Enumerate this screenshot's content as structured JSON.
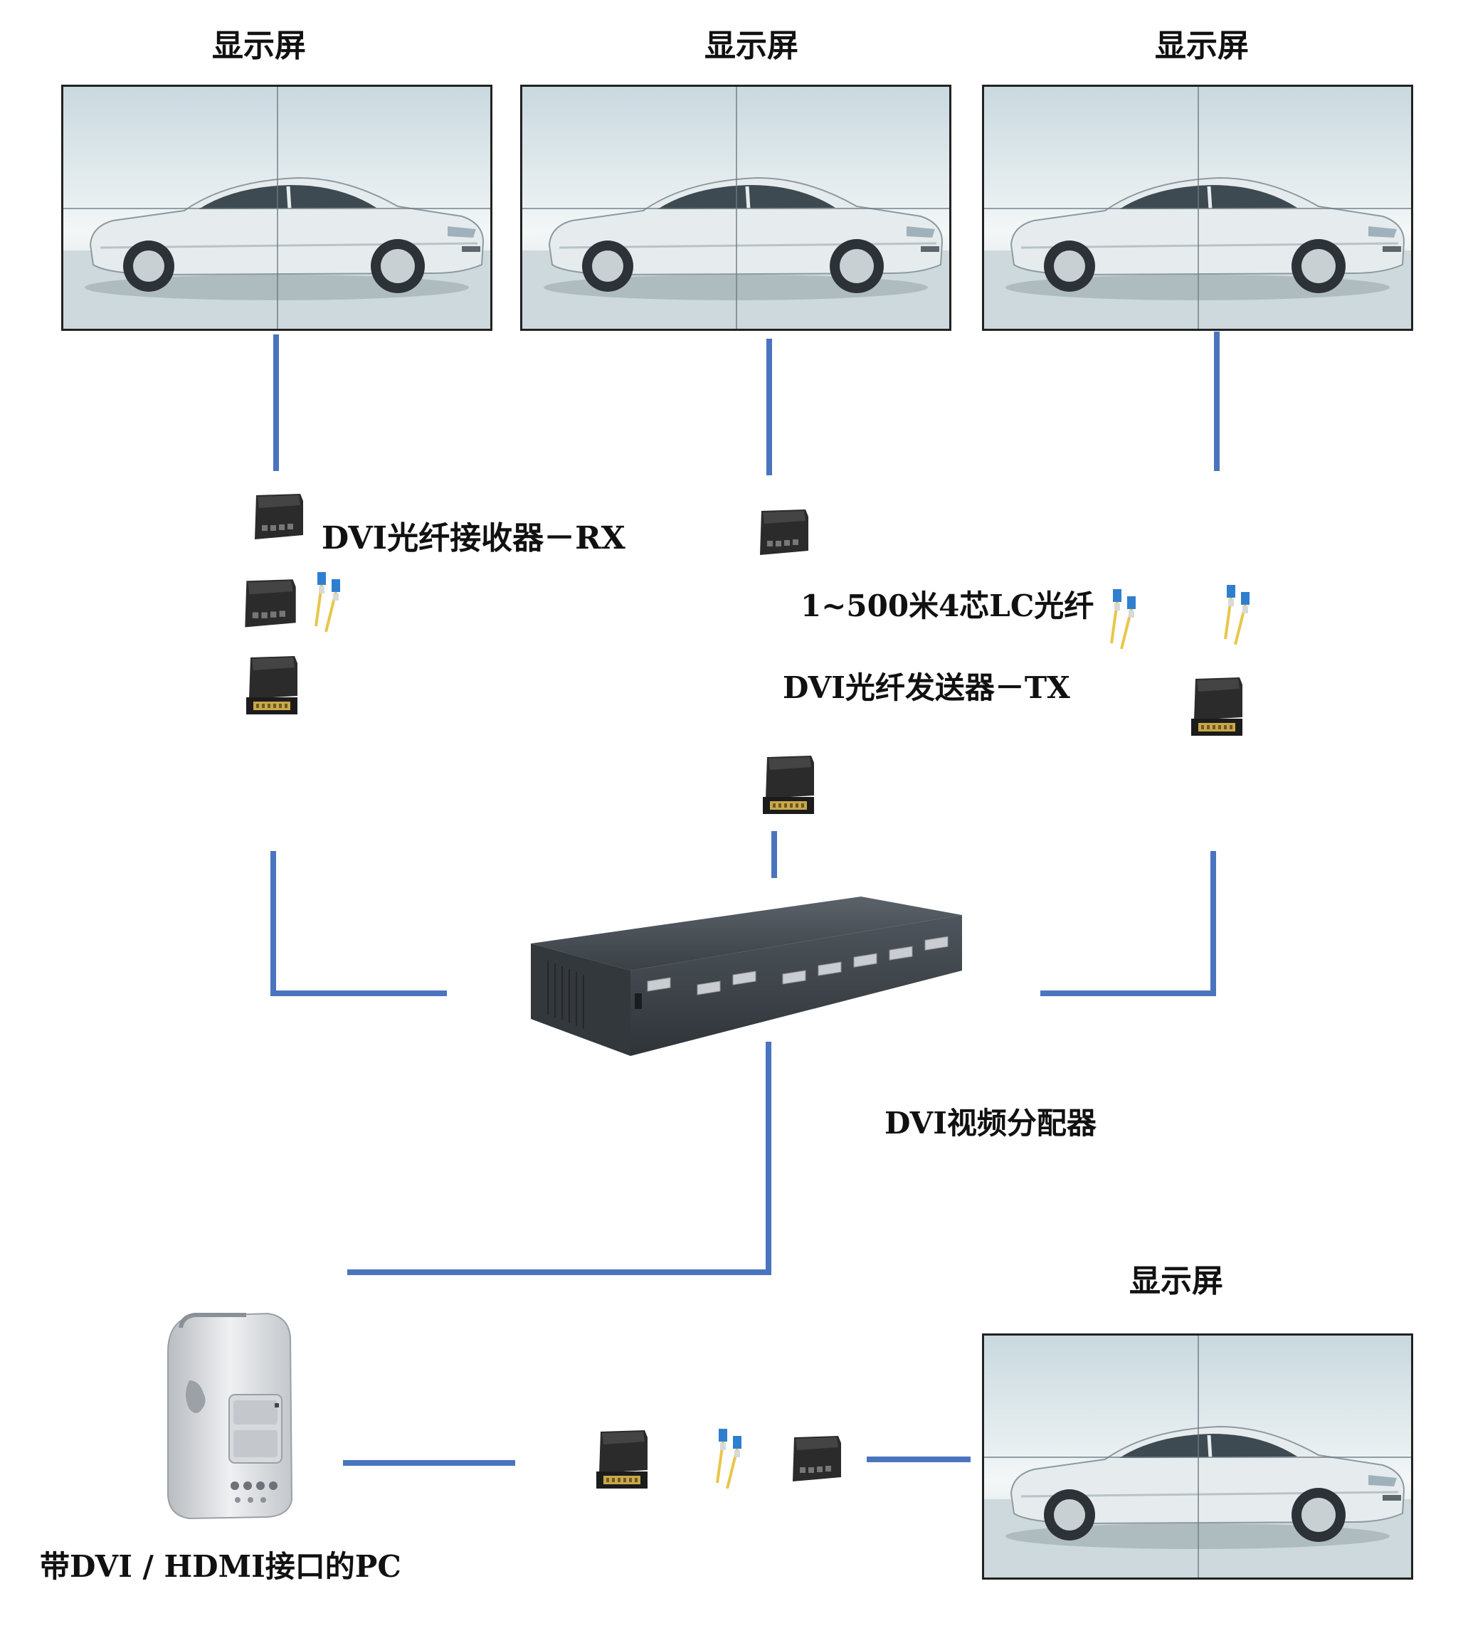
{
  "screens": [
    {
      "label": "显示屏"
    },
    {
      "label": "显示屏"
    },
    {
      "label": "显示屏"
    },
    {
      "label": "显示屏"
    }
  ],
  "labels": {
    "rx": "DVI光纤接收器－RX",
    "fiber": "1~500米4芯LC光纤",
    "tx": "DVI光纤发送器－TX",
    "splitter": "DVI视频分配器",
    "pc": "带DVI / HDMI接口的PC"
  },
  "colors": {
    "line": "#4a74bd",
    "connector": "#2b2b2b",
    "fiber_plug": "#2f7fd0"
  },
  "icons": [
    "display-screen-icon",
    "dvi-receiver-icon",
    "dvi-transmitter-icon",
    "lc-fiber-icon",
    "video-splitter-icon",
    "pc-tower-icon"
  ]
}
